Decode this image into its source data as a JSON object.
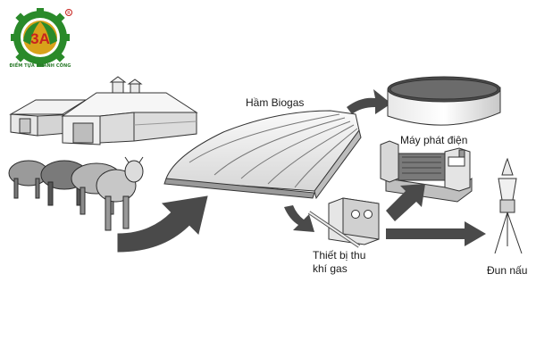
{
  "brand": {
    "logo_text": "3A",
    "tagline": "ĐIỂM TỰA THÀNH CÔNG",
    "colors": {
      "green": "#2a8a2a",
      "gold": "#d8a21a",
      "red": "#c8241e"
    }
  },
  "labels": {
    "digester": "Hầm Biogas",
    "generator": "Máy phát điện",
    "gas_collector": "Thiết bị thu khí gas",
    "cooking": "Đun nấu"
  },
  "icons": {
    "barns": "barn-icon",
    "cows": "cow-icon",
    "digester": "biogas-dome-icon",
    "tank": "storage-tank-icon",
    "generator": "generator-icon",
    "gas_meter": "gas-meter-icon",
    "stove": "burner-icon",
    "arrows": "arrow-icon"
  },
  "colors": {
    "arrow": "#4a4a4a",
    "line": "#333333",
    "fill_light": "#f2f2f2",
    "fill_mid": "#cfcfcf",
    "fill_dark": "#6b6b6b"
  }
}
